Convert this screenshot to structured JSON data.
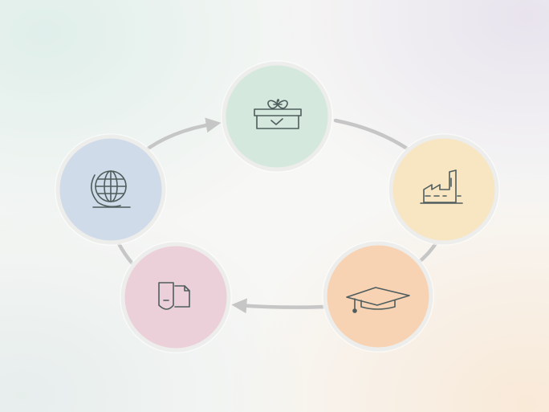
{
  "diagram": {
    "type": "cycle",
    "nodes": [
      {
        "id": "package",
        "icon": "package-box-icon",
        "fill": "#d4e8dd"
      },
      {
        "id": "factory",
        "icon": "factory-icon",
        "fill": "#f8e5c2"
      },
      {
        "id": "education",
        "icon": "graduation-cap-icon",
        "fill": "#f7d3b4"
      },
      {
        "id": "document",
        "icon": "document-pages-icon",
        "fill": "#ecd0d9"
      },
      {
        "id": "globe",
        "icon": "globe-icon",
        "fill": "#cfdbe8"
      }
    ],
    "arrow_color": "#c6c6c6",
    "icon_stroke": "#4f5d5d",
    "ring_color": "#ededeb"
  }
}
